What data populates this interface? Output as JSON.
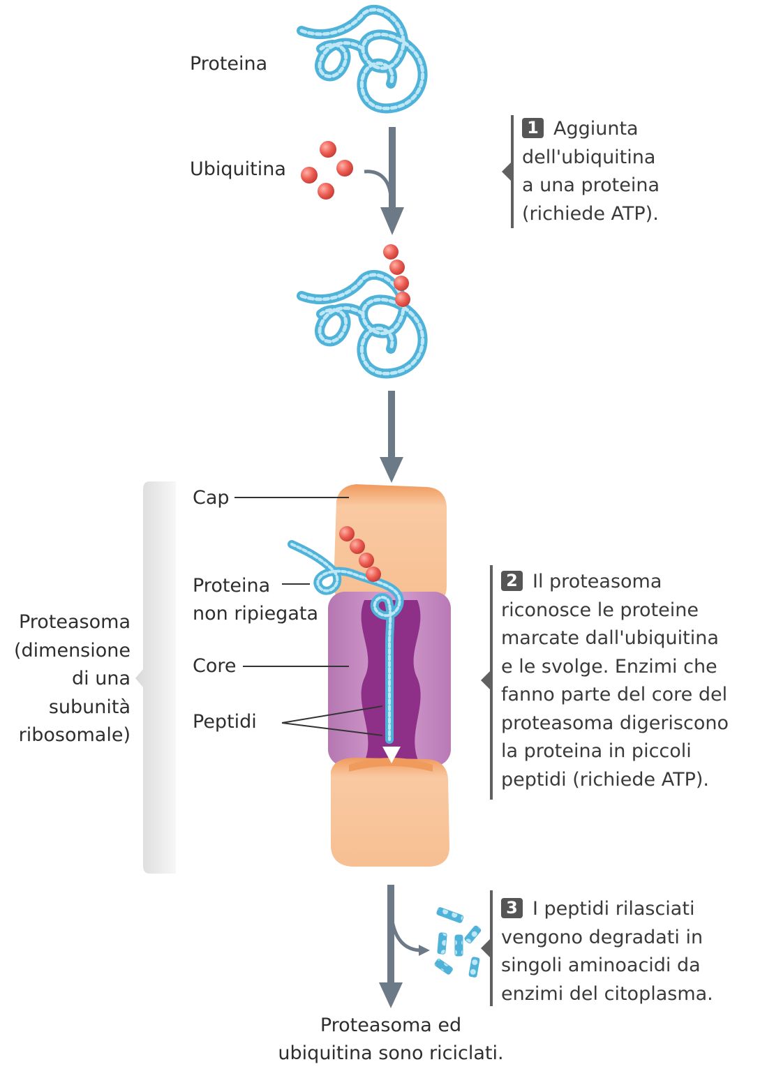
{
  "labels": {
    "proteina": "Proteina",
    "ubiquitina": "Ubiquitina",
    "cap": "Cap",
    "proteina_non_ripiegata": [
      "Proteina",
      "non ripiegata"
    ],
    "core": "Core",
    "peptidi": "Peptidi",
    "proteasoma": [
      "Proteasoma",
      "(dimensione",
      "di una",
      "subunità",
      "ribosomale)"
    ],
    "final": [
      "Proteasoma ed",
      "ubiquitina sono riciclati."
    ]
  },
  "steps": [
    {
      "number": "1",
      "lines": [
        "Aggiunta",
        "dell'ubiquitina",
        "a una proteina",
        "(richiede ATP)."
      ]
    },
    {
      "number": "2",
      "lines": [
        "Il proteasoma",
        "riconosce le proteine",
        "marcate dall'ubiquitina",
        "e le svolge. Enzimi che",
        "fanno parte del core del",
        "proteasoma digeriscono",
        "la proteina in piccoli",
        "peptidi (richiede ATP)."
      ]
    },
    {
      "number": "3",
      "lines": [
        "I peptidi rilasciati",
        "vengono degradati in",
        "singoli aminoacidi da",
        "enzimi del citoplasma."
      ]
    }
  ],
  "colors": {
    "protein": "#4fb3d9",
    "ubiquitin": "#e8584f",
    "cap": "#f8c49a",
    "core_outer": "#c98bc4",
    "core_inner": "#8e2f88",
    "arrow": "#6b7a86",
    "bracket": "#606060"
  }
}
